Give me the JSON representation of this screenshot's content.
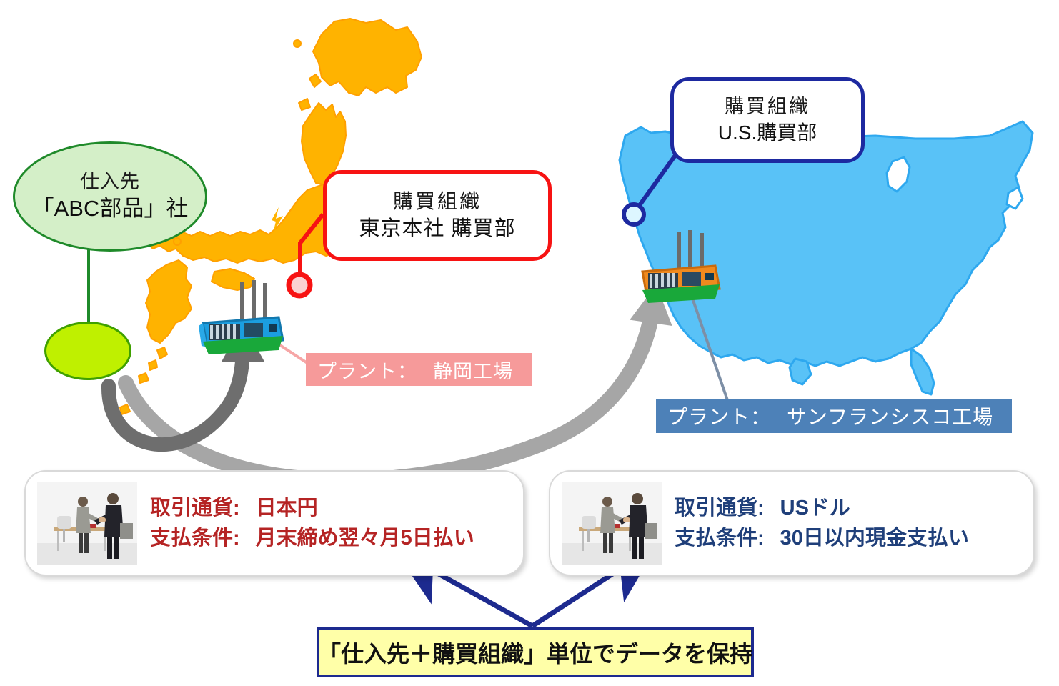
{
  "diagram": {
    "title_banner": "「仕入先＋購買組織」単位でデータを保持",
    "supplier": {
      "line1": "仕入先",
      "line2": "「ABC部品」社",
      "icon": "screw-icon",
      "bubble_fill": "#d4efc8",
      "bubble_border": "#1f8a2a"
    },
    "callouts": [
      {
        "id": "tokyo",
        "line1": "購買組織",
        "line2": "東京本社 購買部",
        "border_color": "#f71313",
        "marker_color": "#f71313"
      },
      {
        "id": "us",
        "line1": "購買組織",
        "line2": "U.S.購買部",
        "border_color": "#1d29a0",
        "marker_color": "#1d29a0"
      }
    ],
    "plants": [
      {
        "id": "shizuoka",
        "label": "プラント：",
        "value": "静岡工場",
        "bg": "#f69a9a",
        "text": "#ffffff"
      },
      {
        "id": "sanfrancisco",
        "label": "プラント：",
        "value": "サンフランシスコ工場",
        "bg": "#4d81b8",
        "text": "#ffffff"
      }
    ],
    "maps": [
      {
        "id": "japan",
        "fill": "#FFB300",
        "accent": "#FFC20E"
      },
      {
        "id": "usa",
        "fill": "#59c2f7",
        "accent": "#2ea8ef"
      }
    ],
    "terms_cards": [
      {
        "id": "japan-terms",
        "photo": "handshake-photo",
        "text_color": "#b52424",
        "rows": [
          {
            "label": "取引通貨:",
            "value": "日本円"
          },
          {
            "label": "支払条件:",
            "value": "月末締め翌々月5日払い"
          }
        ]
      },
      {
        "id": "us-terms",
        "photo": "handshake-photo",
        "text_color": "#1f3f7a",
        "rows": [
          {
            "label": "取引通貨:",
            "value": "USドル"
          },
          {
            "label": "支払条件:",
            "value": "30日以内現金支払い"
          }
        ]
      }
    ],
    "arrows": [
      {
        "id": "supply-to-japan-plant",
        "color": "#6e6e6e"
      },
      {
        "id": "supply-to-us-plant",
        "color": "#a6a6a6"
      },
      {
        "id": "banner-to-japan-card",
        "color": "#1d2a8f"
      },
      {
        "id": "banner-to-us-card",
        "color": "#1d2a8f"
      }
    ],
    "factories": [
      {
        "id": "japan-factory",
        "body": "#1b9ee0",
        "icon": "factory-icon"
      },
      {
        "id": "us-factory",
        "body": "#f08a1e",
        "icon": "factory-icon"
      }
    ]
  }
}
